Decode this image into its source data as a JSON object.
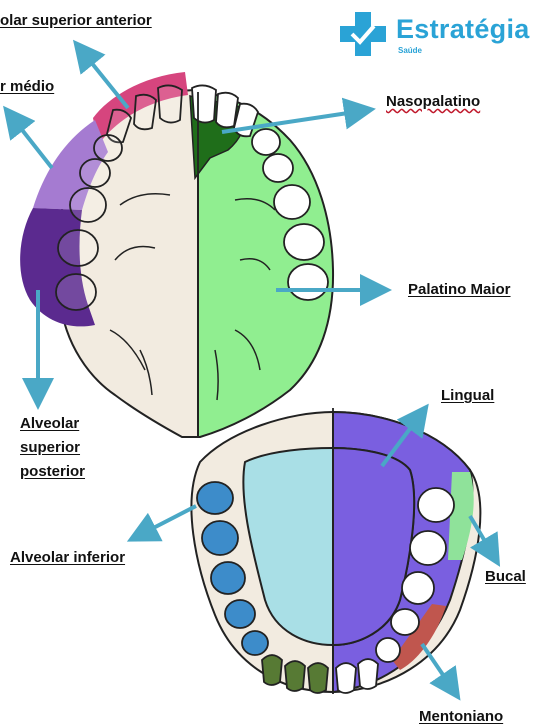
{
  "brand": {
    "name": "Estratégia",
    "sub": "Saúde",
    "color": "#2aa3d6"
  },
  "labels": {
    "alveolar_superior_anterior": "olar superior anterior",
    "alveolar_superior_medio": "r médio",
    "nasopalatino": "Nasopalatino",
    "palatino_maior": "Palatino Maior",
    "alveolar_superior_posterior_1": "Alveolar",
    "alveolar_superior_posterior_2": "superior",
    "alveolar_superior_posterior_3": "posterior",
    "lingual": "Lingual",
    "alveolar_inferior": "Alveolar inferior",
    "bucal": "Bucal",
    "mentoniano": "Mentoniano"
  },
  "colors": {
    "arrow": "#4aa8c6",
    "alveolar_superior_anterior": "#d6457e",
    "alveolar_superior_medio": "#a57bd1",
    "alveolar_superior_posterior": "#5b2a8f",
    "nasopalatino": "#1f6e1a",
    "palatino_maior": "#90ee90",
    "palate_base": "#f2ebe0",
    "lingual": "#7a5fe0",
    "tongue": "#a9dfe6",
    "alveolar_inferior": "#3d8cca",
    "bucal": "#8fe29a",
    "mentoniano": "#c0564e",
    "incisivos_inferiores": "#577a34"
  }
}
